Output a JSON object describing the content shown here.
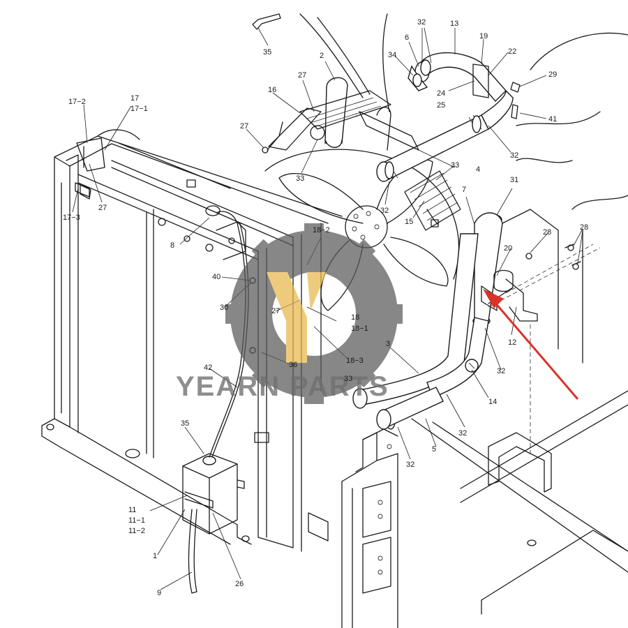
{
  "diagram": {
    "labels": [
      {
        "id": "35a",
        "text": "35"
      },
      {
        "id": "6",
        "text": "6"
      },
      {
        "id": "32a",
        "text": "32"
      },
      {
        "id": "13",
        "text": "13"
      },
      {
        "id": "34",
        "text": "34"
      },
      {
        "id": "19",
        "text": "19"
      },
      {
        "id": "22",
        "text": "22"
      },
      {
        "id": "29",
        "text": "29"
      },
      {
        "id": "2",
        "text": "2"
      },
      {
        "id": "24",
        "text": "24"
      },
      {
        "id": "25",
        "text": "25"
      },
      {
        "id": "27a",
        "text": "27"
      },
      {
        "id": "16",
        "text": "16"
      },
      {
        "id": "41",
        "text": "41"
      },
      {
        "id": "17",
        "text": "17"
      },
      {
        "id": "17-2",
        "text": "17−2"
      },
      {
        "id": "17-1",
        "text": "17−1"
      },
      {
        "id": "27b",
        "text": "27"
      },
      {
        "id": "33a",
        "text": "33"
      },
      {
        "id": "32b",
        "text": "32"
      },
      {
        "id": "4",
        "text": "4"
      },
      {
        "id": "33b",
        "text": "33"
      },
      {
        "id": "27c",
        "text": "27"
      },
      {
        "id": "17-3",
        "text": "17−3"
      },
      {
        "id": "32c",
        "text": "32"
      },
      {
        "id": "15",
        "text": "15"
      },
      {
        "id": "7",
        "text": "7"
      },
      {
        "id": "31",
        "text": "31"
      },
      {
        "id": "28a",
        "text": "28"
      },
      {
        "id": "28b",
        "text": "28"
      },
      {
        "id": "8",
        "text": "8"
      },
      {
        "id": "18-2",
        "text": "18−2"
      },
      {
        "id": "20",
        "text": "20"
      },
      {
        "id": "40",
        "text": "40"
      },
      {
        "id": "30",
        "text": "30"
      },
      {
        "id": "27d",
        "text": "27"
      },
      {
        "id": "18",
        "text": "18"
      },
      {
        "id": "18-1",
        "text": "18−1"
      },
      {
        "id": "12",
        "text": "12"
      },
      {
        "id": "3",
        "text": "3"
      },
      {
        "id": "18-3",
        "text": "18−3"
      },
      {
        "id": "36",
        "text": "36"
      },
      {
        "id": "32d",
        "text": "32"
      },
      {
        "id": "42",
        "text": "42"
      },
      {
        "id": "33c",
        "text": "33"
      },
      {
        "id": "14",
        "text": "14"
      },
      {
        "id": "32e",
        "text": "32"
      },
      {
        "id": "5",
        "text": "5"
      },
      {
        "id": "35b",
        "text": "35"
      },
      {
        "id": "32f",
        "text": "32"
      },
      {
        "id": "11",
        "text": "11"
      },
      {
        "id": "11-1",
        "text": "11−1"
      },
      {
        "id": "11-2",
        "text": "11−2"
      },
      {
        "id": "1",
        "text": "1"
      },
      {
        "id": "26",
        "text": "26"
      },
      {
        "id": "9",
        "text": "9"
      }
    ]
  },
  "watermark": {
    "text": "YEARN PARTS"
  },
  "colors": {
    "line": "#1a1a1a",
    "watermark_gray": "#6e6e6e",
    "watermark_gold": "#e8b84a",
    "arrow": "#d9332b"
  }
}
